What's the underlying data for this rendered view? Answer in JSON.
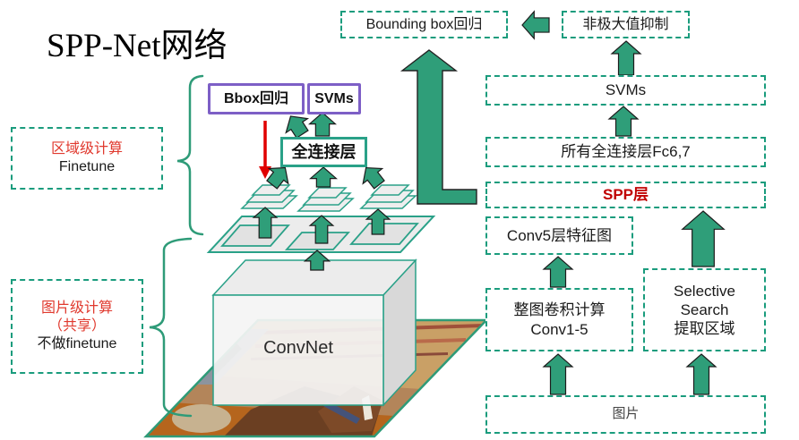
{
  "title": "SPP-Net网络",
  "colors": {
    "dashed_border_teal": "#1A9C7D",
    "arrow_green": "#2F9E79",
    "purple_border": "#7D5FC6",
    "left_label_red": "#E0392E",
    "spp_red": "#C00000",
    "red_arrow": "#E00000"
  },
  "top_row": {
    "bounding_box_label": "Bounding box回归",
    "nms_label": "非极大值抑制"
  },
  "left_panel": {
    "region_level": {
      "line1": "区域级计算",
      "line2": "Finetune"
    },
    "image_level": {
      "line1": "图片级计算",
      "line2": "（共享）",
      "line3": "不做finetune"
    }
  },
  "pipeline_center": {
    "bbox_reg_label": "Bbox回归",
    "svms_label": "SVMs",
    "fc_label": "全连接层",
    "convnet_label": "ConvNet"
  },
  "pipeline_right": {
    "svms_label": "SVMs",
    "fc67_label": "所有全连接层Fc6,7",
    "spp_label": "SPP层",
    "conv5_label": "Conv5层特征图",
    "conv15": {
      "line1": "整图卷积计算",
      "line2": "Conv1-5"
    },
    "selective_search": {
      "line1": "Selective",
      "line2": "Search",
      "line3": "提取区域"
    },
    "image_label": "图片"
  }
}
